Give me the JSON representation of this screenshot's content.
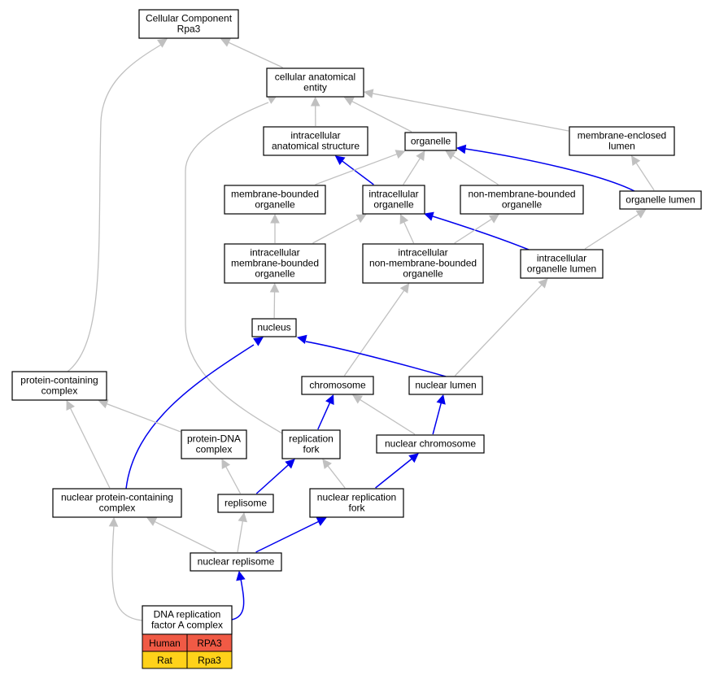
{
  "colors": {
    "part_of_edge": "#0000ee",
    "is_a_edge": "#c0c0c0",
    "human_row": "#f05a45",
    "rat_row": "#ffd21a"
  },
  "nodes": [
    {
      "id": "cc_root",
      "lines": [
        "Cellular Component",
        "Rpa3"
      ]
    },
    {
      "id": "cellular_anatomical_entity",
      "lines": [
        "cellular anatomical",
        "entity"
      ]
    },
    {
      "id": "intracellular_anatomical_structure",
      "lines": [
        "intracellular",
        "anatomical structure"
      ]
    },
    {
      "id": "organelle",
      "lines": [
        "organelle"
      ]
    },
    {
      "id": "membrane_enclosed_lumen",
      "lines": [
        "membrane-enclosed",
        "lumen"
      ]
    },
    {
      "id": "membrane_bounded_organelle",
      "lines": [
        "membrane-bounded",
        "organelle"
      ]
    },
    {
      "id": "intracellular_organelle",
      "lines": [
        "intracellular",
        "organelle"
      ]
    },
    {
      "id": "non_membrane_bounded_organelle",
      "lines": [
        "non-membrane-bounded",
        "organelle"
      ]
    },
    {
      "id": "organelle_lumen",
      "lines": [
        "organelle lumen"
      ]
    },
    {
      "id": "intracellular_membrane_bounded_organelle",
      "lines": [
        "intracellular",
        "membrane-bounded",
        "organelle"
      ]
    },
    {
      "id": "intracellular_non_membrane_bounded_organelle",
      "lines": [
        "intracellular",
        "non-membrane-bounded",
        "organelle"
      ]
    },
    {
      "id": "intracellular_organelle_lumen",
      "lines": [
        "intracellular",
        "organelle lumen"
      ]
    },
    {
      "id": "nucleus",
      "lines": [
        "nucleus"
      ]
    },
    {
      "id": "protein_containing_complex",
      "lines": [
        "protein-containing",
        "complex"
      ]
    },
    {
      "id": "chromosome",
      "lines": [
        "chromosome"
      ]
    },
    {
      "id": "nuclear_lumen",
      "lines": [
        "nuclear lumen"
      ]
    },
    {
      "id": "protein_dna_complex",
      "lines": [
        "protein-DNA",
        "complex"
      ]
    },
    {
      "id": "replication_fork",
      "lines": [
        "replication",
        "fork"
      ]
    },
    {
      "id": "nuclear_chromosome",
      "lines": [
        "nuclear chromosome"
      ]
    },
    {
      "id": "nuclear_protein_containing_complex",
      "lines": [
        "nuclear protein-containing",
        "complex"
      ]
    },
    {
      "id": "replisome",
      "lines": [
        "replisome"
      ]
    },
    {
      "id": "nuclear_replication_fork",
      "lines": [
        "nuclear replication",
        "fork"
      ]
    },
    {
      "id": "nuclear_replisome",
      "lines": [
        "nuclear replisome"
      ]
    },
    {
      "id": "dna_replication_factor_a_complex",
      "lines": [
        "DNA replication",
        "factor A complex"
      ]
    }
  ],
  "edges": [
    {
      "from": "cellular_anatomical_entity",
      "to": "cc_root",
      "type": "is_a"
    },
    {
      "from": "protein_containing_complex",
      "to": "cc_root",
      "type": "is_a"
    },
    {
      "from": "intracellular_anatomical_structure",
      "to": "cellular_anatomical_entity",
      "type": "is_a"
    },
    {
      "from": "organelle",
      "to": "cellular_anatomical_entity",
      "type": "is_a"
    },
    {
      "from": "membrane_enclosed_lumen",
      "to": "cellular_anatomical_entity",
      "type": "is_a"
    },
    {
      "from": "replication_fork",
      "to": "cellular_anatomical_entity",
      "type": "is_a"
    },
    {
      "from": "intracellular_organelle",
      "to": "intracellular_anatomical_structure",
      "type": "part_of"
    },
    {
      "from": "membrane_bounded_organelle",
      "to": "organelle",
      "type": "is_a"
    },
    {
      "from": "intracellular_organelle",
      "to": "organelle",
      "type": "is_a"
    },
    {
      "from": "non_membrane_bounded_organelle",
      "to": "organelle",
      "type": "is_a"
    },
    {
      "from": "organelle_lumen",
      "to": "organelle",
      "type": "part_of"
    },
    {
      "from": "organelle_lumen",
      "to": "membrane_enclosed_lumen",
      "type": "is_a"
    },
    {
      "from": "intracellular_membrane_bounded_organelle",
      "to": "membrane_bounded_organelle",
      "type": "is_a"
    },
    {
      "from": "intracellular_membrane_bounded_organelle",
      "to": "intracellular_organelle",
      "type": "is_a"
    },
    {
      "from": "intracellular_non_membrane_bounded_organelle",
      "to": "intracellular_organelle",
      "type": "is_a"
    },
    {
      "from": "intracellular_organelle_lumen",
      "to": "intracellular_organelle",
      "type": "part_of"
    },
    {
      "from": "intracellular_non_membrane_bounded_organelle",
      "to": "non_membrane_bounded_organelle",
      "type": "is_a"
    },
    {
      "from": "intracellular_organelle_lumen",
      "to": "organelle_lumen",
      "type": "is_a"
    },
    {
      "from": "nucleus",
      "to": "intracellular_membrane_bounded_organelle",
      "type": "is_a"
    },
    {
      "from": "chromosome",
      "to": "intracellular_non_membrane_bounded_organelle",
      "type": "is_a"
    },
    {
      "from": "nuclear_lumen",
      "to": "intracellular_organelle_lumen",
      "type": "is_a"
    },
    {
      "from": "nuclear_lumen",
      "to": "nucleus",
      "type": "part_of"
    },
    {
      "from": "nuclear_protein_containing_complex",
      "to": "nucleus",
      "type": "part_of"
    },
    {
      "from": "replication_fork",
      "to": "chromosome",
      "type": "part_of"
    },
    {
      "from": "nuclear_chromosome",
      "to": "chromosome",
      "type": "is_a"
    },
    {
      "from": "nuclear_chromosome",
      "to": "nuclear_lumen",
      "type": "part_of"
    },
    {
      "from": "protein_dna_complex",
      "to": "protein_containing_complex",
      "type": "is_a"
    },
    {
      "from": "nuclear_protein_containing_complex",
      "to": "protein_containing_complex",
      "type": "is_a"
    },
    {
      "from": "replisome",
      "to": "protein_dna_complex",
      "type": "is_a"
    },
    {
      "from": "replisome",
      "to": "replication_fork",
      "type": "part_of"
    },
    {
      "from": "nuclear_replication_fork",
      "to": "replication_fork",
      "type": "is_a"
    },
    {
      "from": "nuclear_replication_fork",
      "to": "nuclear_chromosome",
      "type": "part_of"
    },
    {
      "from": "nuclear_replisome",
      "to": "nuclear_protein_containing_complex",
      "type": "is_a"
    },
    {
      "from": "nuclear_replisome",
      "to": "replisome",
      "type": "is_a"
    },
    {
      "from": "nuclear_replisome",
      "to": "nuclear_replication_fork",
      "type": "part_of"
    },
    {
      "from": "dna_replication_factor_a_complex",
      "to": "nuclear_protein_containing_complex",
      "type": "is_a"
    },
    {
      "from": "dna_replication_factor_a_complex",
      "to": "nuclear_replisome",
      "type": "part_of"
    }
  ],
  "gene_table": [
    {
      "species": "Human",
      "gene": "RPA3",
      "color": "#f05a45"
    },
    {
      "species": "Rat",
      "gene": "Rpa3",
      "color": "#ffd21a"
    }
  ]
}
